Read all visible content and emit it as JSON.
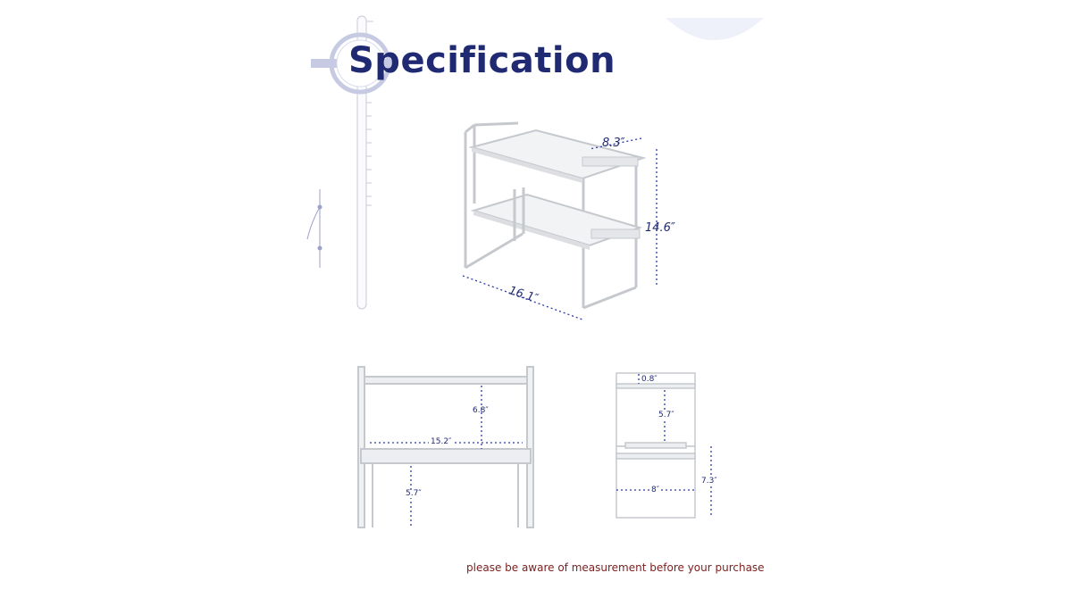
{
  "header": {
    "title": "Specification"
  },
  "diagram_perspective": {
    "depth_label": "8.3″",
    "height_label": "14.6″",
    "width_label": "16.1″"
  },
  "diagram_front": {
    "tier_gap_label": "6.8″",
    "inner_width_label": "15.2″",
    "bottom_clearance_label": "5.7″"
  },
  "diagram_side": {
    "top_offset_label": "0.8″",
    "inner_height_label": "5.7″",
    "depth_label": "8″",
    "total_height_label": "7.3″"
  },
  "footer": {
    "note": "please be aware of measurement before your purchase"
  },
  "colors": {
    "title": "#1f2a73",
    "dimension": "#1f2a73",
    "note": "#7a1f1f",
    "frame": "#c9ccd1",
    "decor": "#b9bdd6"
  }
}
